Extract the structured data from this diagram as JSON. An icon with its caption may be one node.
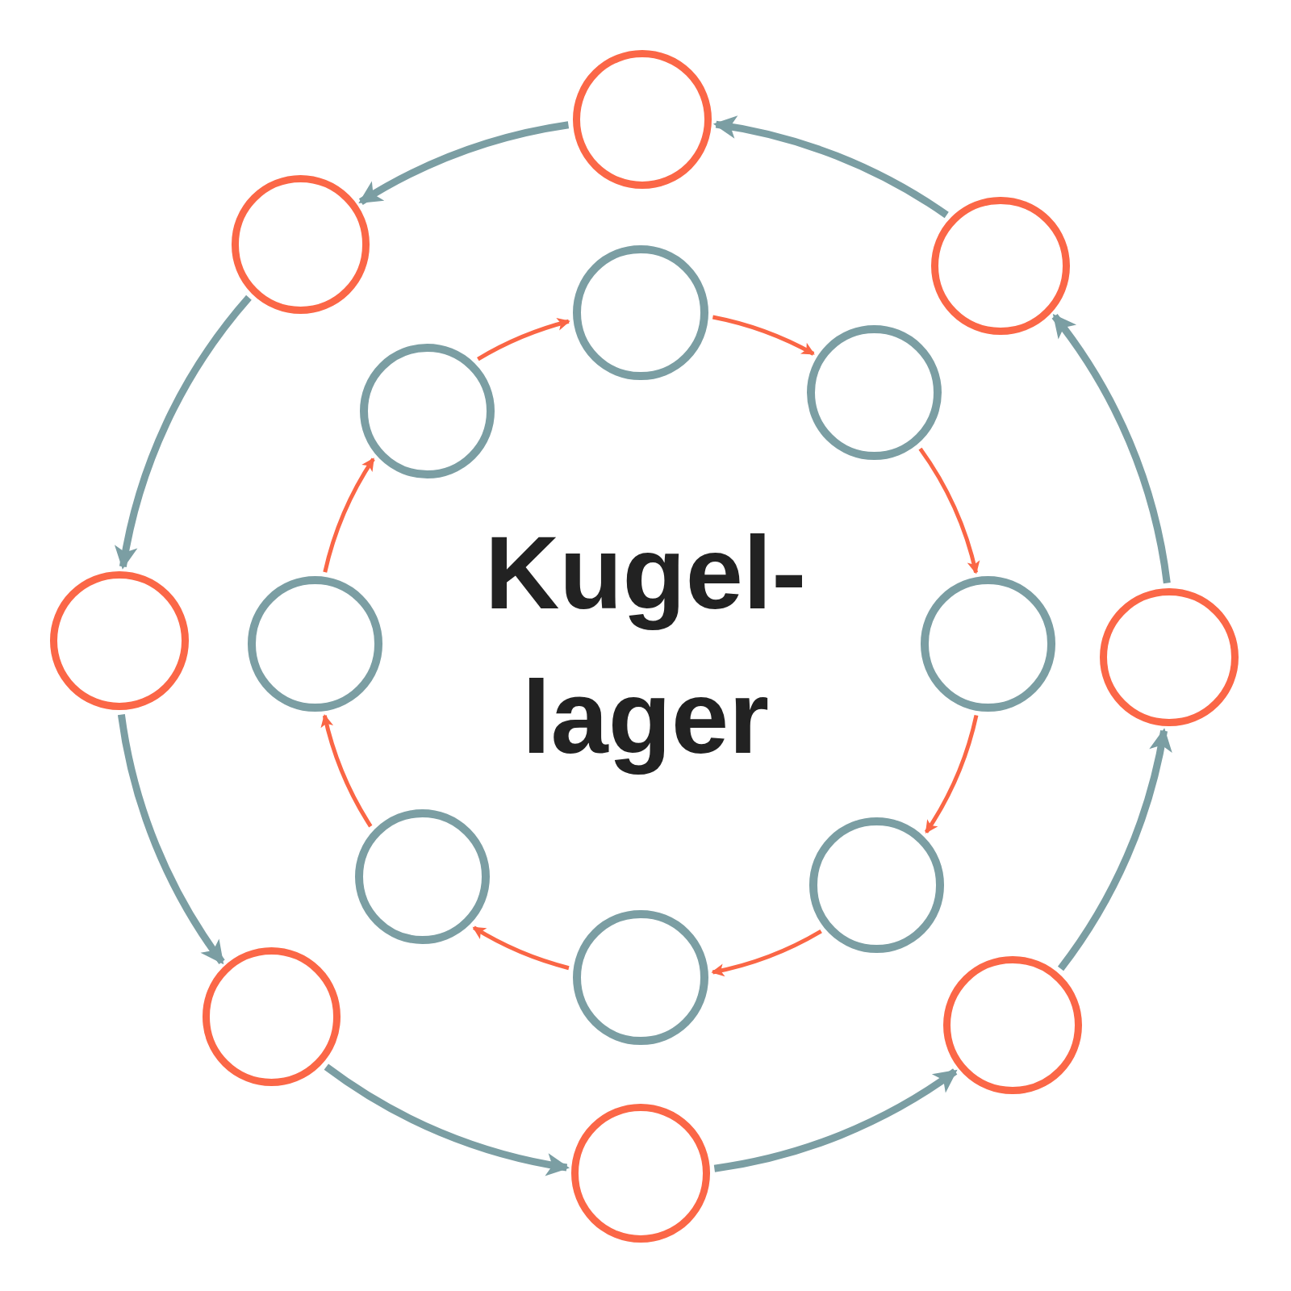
{
  "diagram": {
    "nodes": [
      {
        "text": [],
        "shape": "circle"
      },
      {
        "text": [],
        "shape": "circle"
      },
      {
        "text": [],
        "shape": "circle"
      },
      {
        "text": [],
        "shape": "circle"
      },
      {
        "text": [],
        "shape": "circle"
      },
      {
        "text": [],
        "shape": "circle"
      },
      {
        "text": [],
        "shape": "circle"
      },
      {
        "text": [],
        "shape": "circle"
      },
      {
        "text": [],
        "shape": "circle"
      },
      {
        "text": [],
        "shape": "circle"
      },
      {
        "text": [],
        "shape": "circle"
      },
      {
        "text": [],
        "shape": "circle"
      },
      {
        "text": [],
        "shape": "circle"
      },
      {
        "text": [],
        "shape": "circle"
      },
      {
        "text": [],
        "shape": "circle"
      },
      {
        "text": [],
        "shape": "circle"
      }
    ],
    "edges": [
      {
        "from": 0,
        "to": 7,
        "arrow": "to",
        "style": "thick",
        "color": "#7b9ea3"
      },
      {
        "from": 7,
        "to": 6,
        "arrow": "to",
        "style": "thick",
        "color": "#7b9ea3"
      },
      {
        "from": 6,
        "to": 5,
        "arrow": "to",
        "style": "thick",
        "color": "#7b9ea3"
      },
      {
        "from": 5,
        "to": 4,
        "arrow": "to",
        "style": "thick",
        "color": "#7b9ea3"
      },
      {
        "from": 4,
        "to": 3,
        "arrow": "to",
        "style": "thick",
        "color": "#7b9ea3"
      },
      {
        "from": 3,
        "to": 2,
        "arrow": "to",
        "style": "thick",
        "color": "#7b9ea3"
      },
      {
        "from": 2,
        "to": 1,
        "arrow": "to",
        "style": "thick",
        "color": "#7b9ea3"
      },
      {
        "from": 1,
        "to": 0,
        "arrow": "to",
        "style": "thick",
        "color": "#7b9ea3"
      },
      {
        "from": 15,
        "to": 8,
        "arrow": "to",
        "color": "#fa6645"
      },
      {
        "from": 8,
        "to": 9,
        "arrow": "to",
        "color": "#fa6645"
      },
      {
        "from": 9,
        "to": 10,
        "arrow": "to",
        "color": "#fa6645"
      },
      {
        "from": 10,
        "to": 11,
        "arrow": "to",
        "color": "#fa6645"
      },
      {
        "from": 11,
        "to": 12,
        "arrow": "to",
        "color": "#fa6645"
      },
      {
        "from": 12,
        "to": 13,
        "arrow": "to",
        "color": "#fa6645"
      },
      {
        "from": 13,
        "to": 14,
        "arrow": "to",
        "color": "#fa6645"
      },
      {
        "from": 14,
        "to": 15,
        "arrow": "to",
        "color": "#fa6645"
      }
    ],
    "labels": [
      "Kugel- lager"
    ]
  }
}
